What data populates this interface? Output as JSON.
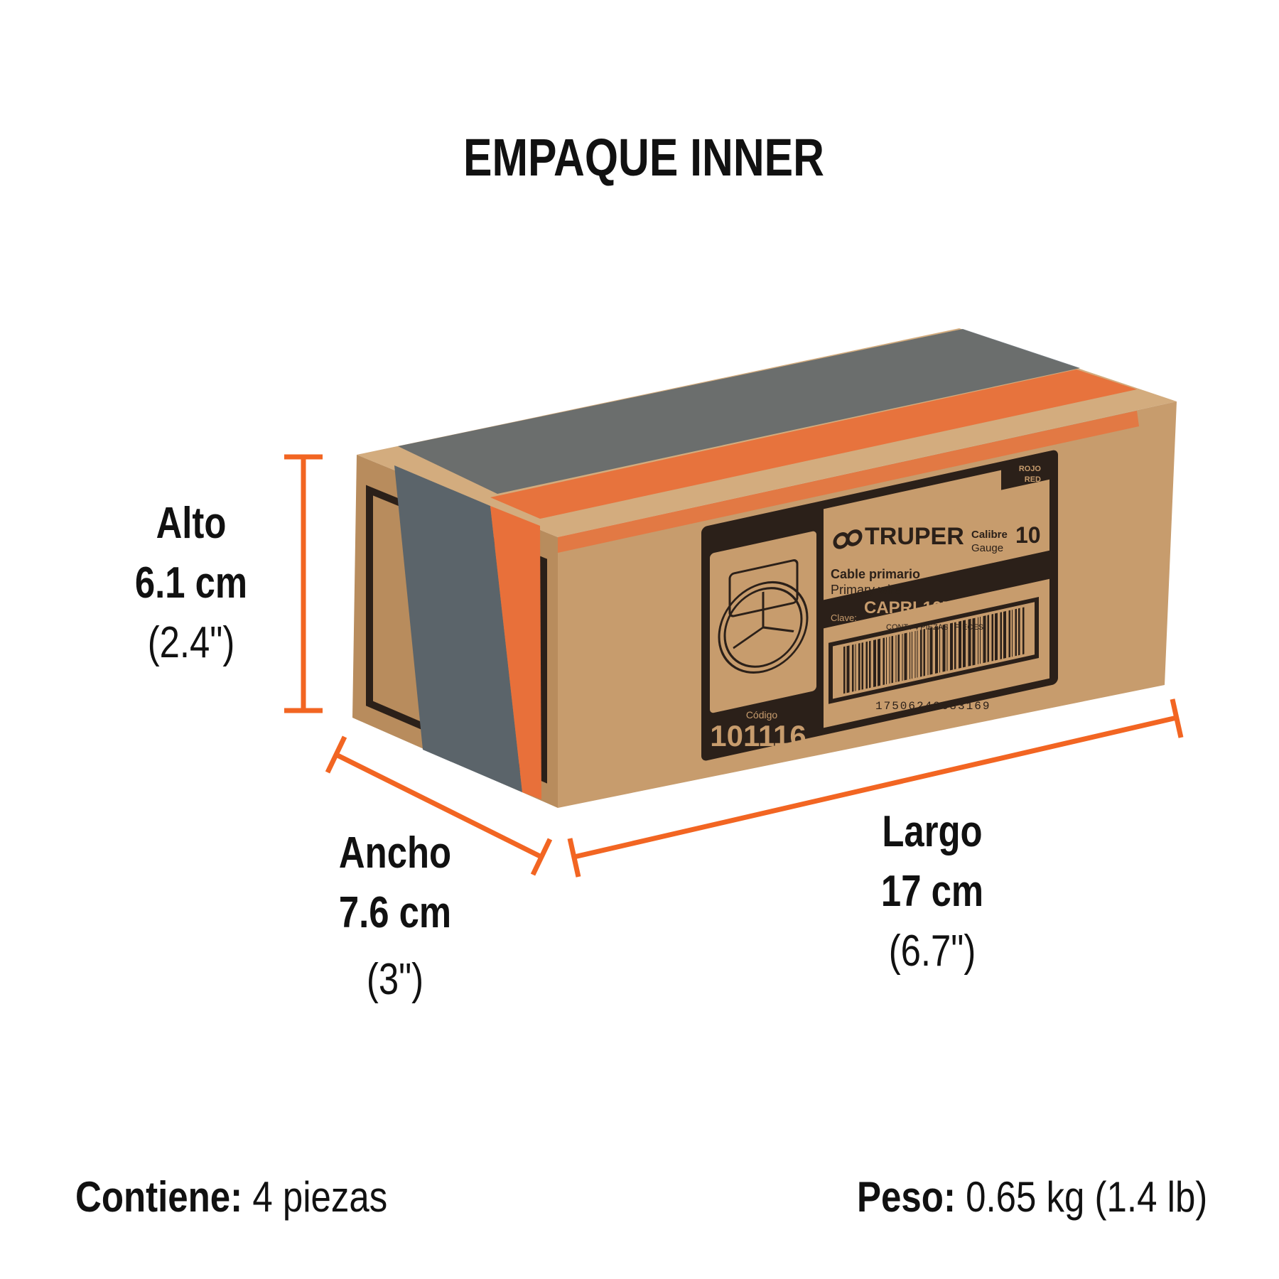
{
  "title": "EMPAQUE INNER",
  "dimensions": {
    "alto": {
      "label": "Alto",
      "metric": "6.1 cm",
      "imperial": "(2.4\")"
    },
    "ancho": {
      "label": "Ancho",
      "metric": "7.6 cm",
      "imperial": "(3\")"
    },
    "largo": {
      "label": "Largo",
      "metric": "17 cm",
      "imperial": "(6.7\")"
    }
  },
  "footer": {
    "contents_label": "Contiene:",
    "contents_value": "4 piezas",
    "weight_label": "Peso:",
    "weight_value": "0.65 kg (1.4 lb)"
  },
  "box_label": {
    "brand": "TRUPER",
    "color_es": "ROJO",
    "color_en": "RED",
    "product_es": "Cable primario",
    "product_en": "Primary wire",
    "gauge_es": "Calibre",
    "gauge_en": "Gauge",
    "gauge_value": "10",
    "clave_label": "Clave:",
    "clave_value": "CAPRI-10R",
    "contents": "CONT.: 4 PIEZAS / PIECES",
    "barcode_number": "17506240683169",
    "codigo_label": "Código",
    "codigo_value": "101116"
  },
  "colors": {
    "accent": "#f26522",
    "cardboard": "#c79c6d",
    "ink": "#2b2019",
    "tape_grey": "#5b646a"
  }
}
